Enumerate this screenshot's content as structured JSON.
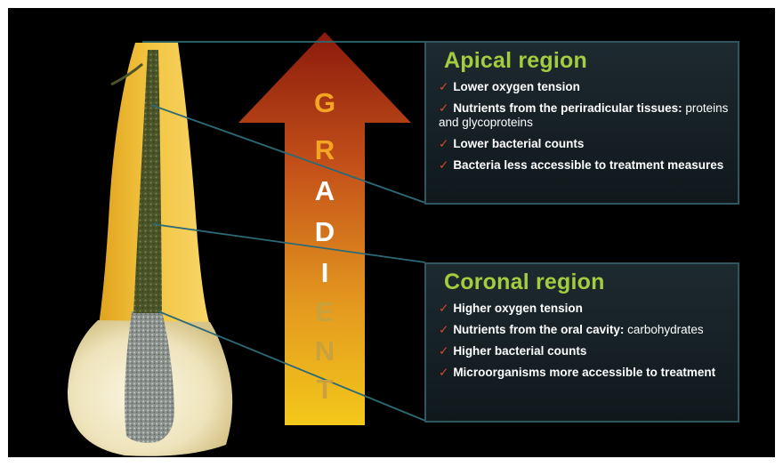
{
  "gradient_letters": [
    "G",
    "R",
    "A",
    "D",
    "I",
    "E",
    "N",
    "T"
  ],
  "apical": {
    "title": "Apical region",
    "items": [
      {
        "bold": "Lower oxygen tension",
        "light": ""
      },
      {
        "bold": "Nutrients from the periradicular tissues:",
        "light": " proteins and glycoproteins"
      },
      {
        "bold": "Lower bacterial counts",
        "light": ""
      },
      {
        "bold": "Bacteria less accessible to treatment measures",
        "light": ""
      }
    ]
  },
  "coronal": {
    "title": "Coronal region",
    "items": [
      {
        "bold": "Higher oxygen tension",
        "light": ""
      },
      {
        "bold": "Nutrients from the oral cavity:",
        "light": " carbohydrates"
      },
      {
        "bold": "Higher bacterial counts",
        "light": ""
      },
      {
        "bold": "Microorganisms more accessible to treatment",
        "light": ""
      }
    ]
  },
  "check_symbol": "✓",
  "colors": {
    "title_green": "#a3cc3f",
    "check_red": "#d24a28",
    "panel_border": "#2f5661",
    "arrow_top": "#8a1a0c",
    "arrow_bottom": "#f2c61a",
    "letter_orange": "#f4a623",
    "letter_dim": "#c9a23e"
  }
}
